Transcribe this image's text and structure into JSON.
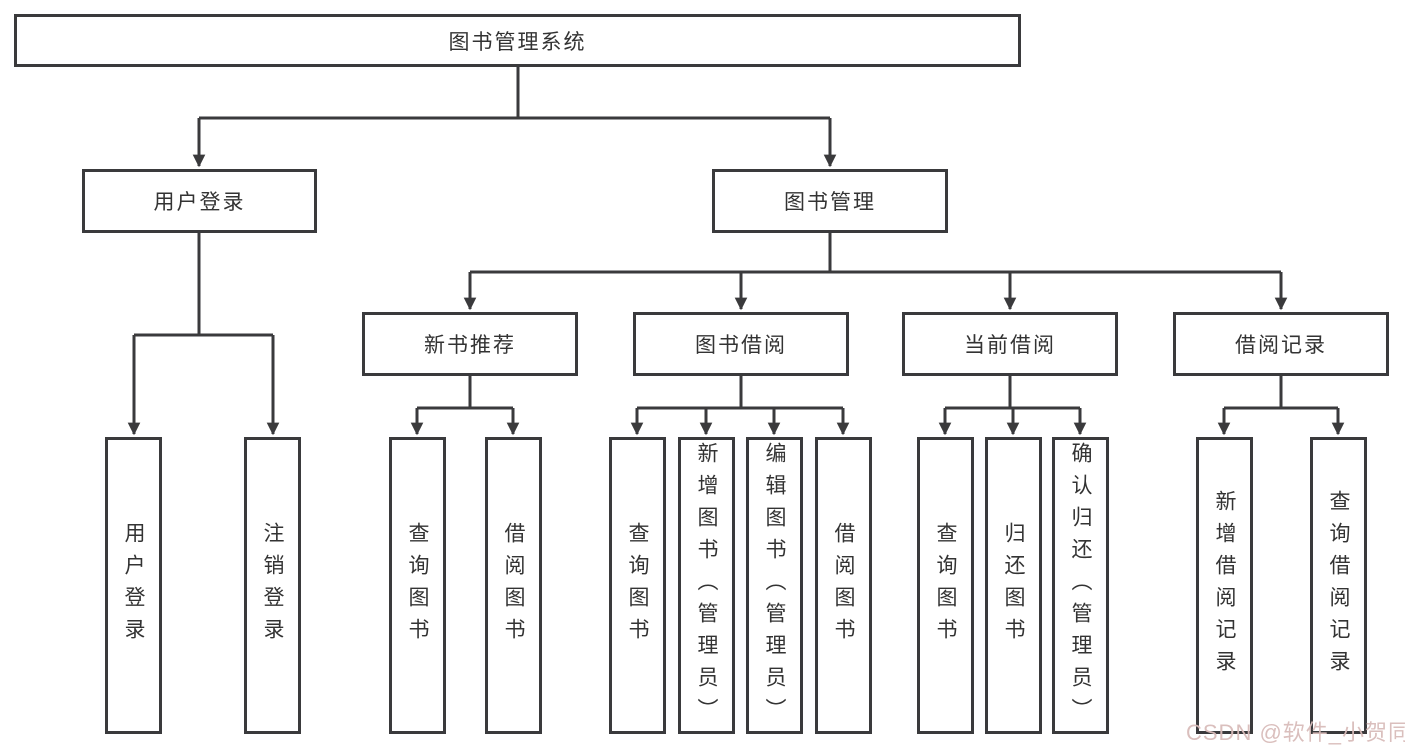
{
  "diagram": {
    "root": "图书管理系统",
    "level2": {
      "user_login": "用户登录",
      "book_management": "图书管理"
    },
    "level3": {
      "new_books": "新书推荐",
      "book_borrow": "图书借阅",
      "current_borrow": "当前借阅",
      "borrow_records": "借阅记录"
    },
    "leaves": {
      "user_login": [
        "用户登录",
        "注销登录"
      ],
      "new_books": [
        "查询图书",
        "借阅图书"
      ],
      "book_borrow": [
        "查询图书",
        "新增图书（管理员）",
        "编辑图书（管理员）",
        "借阅图书"
      ],
      "current_borrow": [
        "查询图书",
        "归还图书",
        "确认归还（管理员）"
      ],
      "borrow_records": [
        "新增借阅记录",
        "查询借阅记录"
      ]
    }
  },
  "watermark": {
    "text": "CSDN @软件_小贺同学",
    "color": "#d9bcba"
  },
  "colors": {
    "line": "#3a3a3c",
    "text": "#333333",
    "background": "#ffffff"
  }
}
